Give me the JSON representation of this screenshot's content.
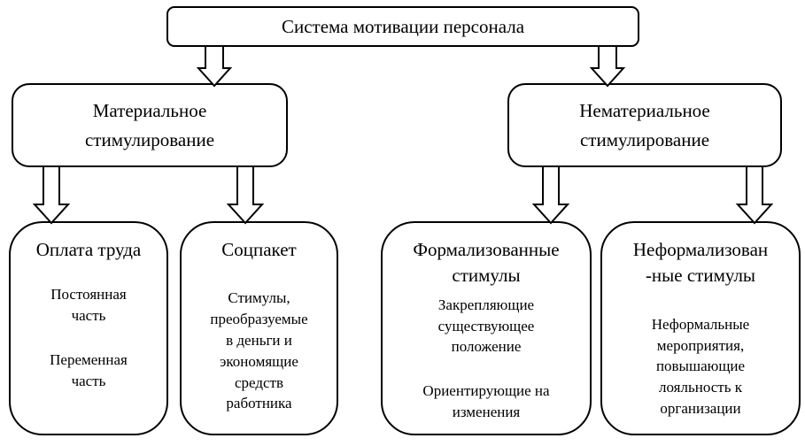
{
  "root_box": {
    "title": "Система мотивации персонала"
  },
  "branches": [
    {
      "title": "Материальное\nстимулирование"
    },
    {
      "title": "Нематериальное\nстимулирование"
    }
  ],
  "leaves": [
    {
      "title": "Оплата труда",
      "paragraphs": [
        "Постоянная\nчасть",
        "Переменная\nчасть"
      ]
    },
    {
      "title": "Соцпакет",
      "paragraphs": [
        "Стимулы,\nпреобразуемые\nв деньги и\nэкономящие\nсредств\nработника"
      ]
    },
    {
      "title": "Формализованные\nстимулы",
      "paragraphs": [
        "Закрепляющие\nсуществующее\nположение",
        "Ориентирующие на\nизменения"
      ]
    },
    {
      "title": "Неформализован\n-ные стимулы",
      "paragraphs": [
        "Неформальные\nмероприятия,\nповышающие\nлояльность к\nорганизации"
      ]
    }
  ],
  "colors": {
    "border": "#000000",
    "background": "#ffffff",
    "text": "#000000"
  }
}
